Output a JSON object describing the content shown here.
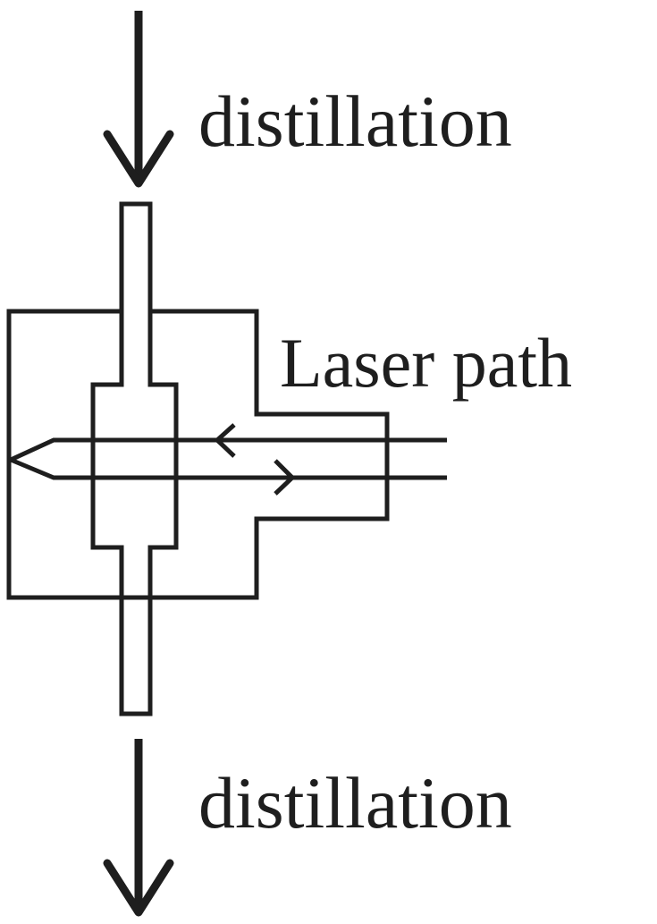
{
  "labels": {
    "inlet": "distillation",
    "laser": "Laser path",
    "outlet": "distillation"
  },
  "colors": {
    "ink": "#1e1e1e",
    "background": "#ffffff"
  }
}
